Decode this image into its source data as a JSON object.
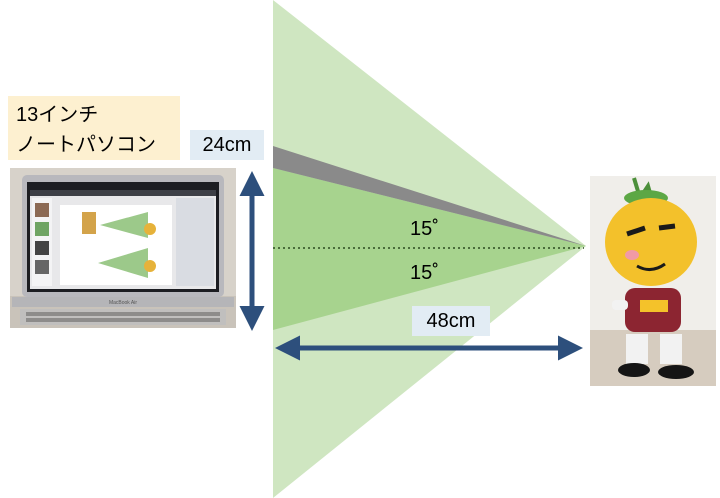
{
  "laptop_label": {
    "line1": "13インチ",
    "line2": "ノートパソコン"
  },
  "screen_size_label": "24cm",
  "distance_label": "48cm",
  "angle_upper": "15˚",
  "angle_lower": "15˚",
  "laptop_screen_caption": "MacBook Air",
  "colors": {
    "view_cone_outer": "#cfe6c1",
    "view_cone_inner": "#a7d38e",
    "gray_wedge": "#8a8a8a",
    "arrow": "#2d4f7c",
    "laptop_label_bg": "#fdf0d0",
    "measure_label_bg": "#e2ecf4"
  },
  "icons": {
    "laptop": "laptop-photo",
    "mascot": "mascot-photo"
  }
}
